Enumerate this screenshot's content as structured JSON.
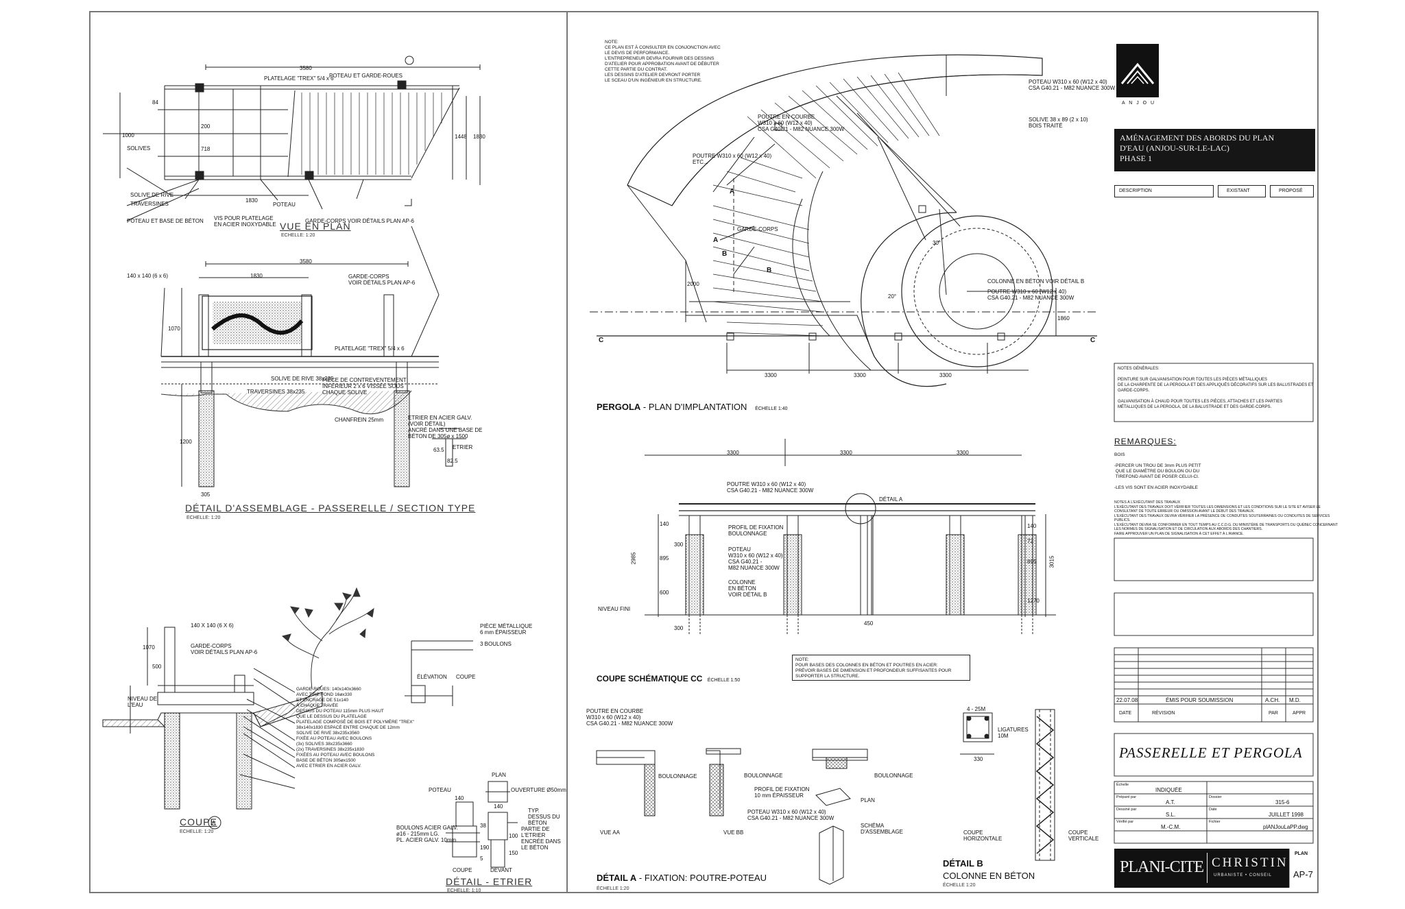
{
  "left": {
    "plan": {
      "title": "VUE EN PLAN",
      "scale": "ECHELLE: 1:20",
      "labels": {
        "platelage": "PLATELAGE \"TREX\" 5/4 x 6",
        "poteau_garde": "POTEAU ET GARDE-ROUES",
        "solives": "SOLIVES",
        "solive_rive": "SOLIVE DE RIVE",
        "traversines": "TRAVERSINES",
        "poteau_base": "POTEAU ET BASE DE BÉTON",
        "poteau": "POTEAU",
        "vis": "VIS POUR PLATELAGE\nEN ACIER INOXYDABLE",
        "garde_corps": "GARDE-CORPS VOIR DÉTAILS PLAN AP-6"
      },
      "dims": {
        "d3580": "3580",
        "d1830": "1830",
        "d1000": "1000",
        "d1448": "1448",
        "d1830v": "1830",
        "d84": "84",
        "d200": "200",
        "d718": "718"
      }
    },
    "assembly": {
      "title": "DÉTAIL D'ASSEMBLAGE - PASSERELLE / SECTION TYPE",
      "scale": "ECHELLE: 1:20",
      "labels": {
        "poteau140": "140 x 140 (6 x 6)",
        "garde_corps": "GARDE-CORPS\nVOIR DÉTAILS PLAN AP-6",
        "platelage": "PLATELAGE \"TREX\" 5/4 x 6",
        "solive_rive": "SOLIVE DE RIVE 38x235",
        "traversines": "TRAVERSINES 38x235",
        "piece": "PIÈCE DE CONTREVENTEMENT\nINFÉRIEUR 2 x 6 VISSÉE SOUS\nCHAQUE SOLIVE",
        "chanfrein": "CHANFREIN 25mm",
        "etrier": "ETRIER EN ACIER GALV.\n(VOIR DÉTAIL)\nANCRÉ DANS UNE BASE DE\nBÉTON DE 305ø x 1500",
        "etrier2": "ETRIER"
      },
      "dims": {
        "d3580": "3580",
        "d1830": "1830",
        "d1070": "1070",
        "d1200": "1200",
        "d305": "305",
        "d825": "82.5",
        "d635": "63.5"
      }
    },
    "coupe": {
      "title": "COUPE",
      "marker": "A",
      "scale": "ECHELLE: 1:20",
      "labels": {
        "poteau140": "140 X 140 (6 X 6)",
        "garde_corps": "GARDE-CORPS\nVOIR DÉTAILS PLAN AP-6",
        "piece_metal": "PIÈCE MÉTALLIQUE\n6 mm ÉPAISSEUR",
        "boulons": "3 BOULONS",
        "elevation": "ÉLÉVATION",
        "coupe_small": "COUPE",
        "notes": "GARDE-ROUES: 140x140x3660\nAVEC TIRE-FOND 16øx330\nET ENCRAGE DE 51x140\nÀ CHAQUE TRAVÉE\nDESSUS DU POTEAU 115mm PLUS HAUT\nQUE LE DESSUS DU PLATELAGE\nPLATELAGE COMPOSÉ DE BOIS ET POLYMÈRE \"TREX\"\n38x140x1830 ESPACÉ ENTRE CHAQUE DE 12mm\nSOLIVE DE RIVE 38x235x3560\nFIXÉE AU POTEAU AVEC BOULONS\n(3x) SOLIVES 38x235x3660\n(2x) TRAVERSINES 38x235x1830\nFIXÉES AU POTEAU AVEC BOULONS\nBASE DE BÉTON 305øx1500\nAVEC ETRIER EN ACIER GALV.",
        "niveau": "NIVEAU DE\nL'EAU"
      },
      "dims": {
        "d1070": "1070",
        "d500": "500"
      }
    },
    "etrier": {
      "title": "DÉTAIL - ETRIER",
      "scale": "ECHELLE: 1:10",
      "labels": {
        "plan": "PLAN",
        "poteau": "POTEAU",
        "ouverture": "OUVERTURE Ø50mm",
        "boulons": "BOULONS ACIER GALV.\nø16 - 215mm LG.\nPL. ACIER GALV. 10mm",
        "partie": "PARTIE DE\nL'ETRIER\nENCRÉE DANS\nLE BÉTON",
        "typ": "TYP.\nDESSUS DU\nBÉTON",
        "coupe": "COUPE",
        "devant": "DEVANT"
      },
      "dims": {
        "d140": "140",
        "d140b": "140",
        "d38": "38",
        "d190": "190",
        "d100": "100",
        "d150": "150",
        "d5": "5"
      }
    }
  },
  "right": {
    "note_top": "NOTE:\nCE PLAN EST À CONSULTER EN CONJONCTION AVEC\nLE DEVIS DE PERFORMANCE.\nL'ENTREPRENEUR DEVRA FOURNIR DES DESSINS\nD'ATELIER POUR APPROBATION AVANT DE DÉBUTER\nCETTE PARTIE DU CONTRAT.\nLES DESSINS D'ATELIER DEVRONT PORTER\nLE SCEAU D'UN INGÉNIEUR EN STRUCTURE.",
    "pergola_plan": {
      "title_bold": "PERGOLA",
      "title_rest": " - PLAN D'IMPLANTATION",
      "scale": "ÉCHELLE 1:40",
      "labels": {
        "poteau1": "POTEAU W310 x 60 (W12 x 40)\nCSA G40.21 - M82 NUANCE 300W",
        "poutre": "POUTRE EN COURBE\nW310 x 60 (W12 x 40)\nCSA G40.21 - M82 NUANCE 300W",
        "poutre2": "POUTRE W310 x 60 (W12 x 40)\nETC...",
        "solive": "SOLIVE 38 x 89 (2 x 10)\nBOIS TRAITÉ",
        "colonne": "COLONNE EN BÉTON VOIR DÉTAIL B",
        "poutre3": "POUTRE W310 x 60 (W12 x 40)\nCSA G40.21 - M82 NUANCE 300W",
        "garde_corps": "GARDE-CORPS",
        "c_left": "C",
        "c_right": "C",
        "a1": "A",
        "a2": "A",
        "b1": "B",
        "b2": "B"
      },
      "dims": {
        "d3300a": "3300",
        "d3300b": "3300",
        "d3300c": "3300",
        "d2000": "2000",
        "d1860": "1860",
        "d30": "30°",
        "d20": "20°"
      }
    },
    "coupe_cc": {
      "title": "COUPE SCHÉMATIQUE CC",
      "scale": "ÉCHELLE 1:50",
      "labels": {
        "poutre": "POUTRE W310 x 60 (W12 x 40)\nCSA G40.21 - M82 NUANCE 300W",
        "detail_a": "DÉTAIL A",
        "profil": "PROFIL DE FIXATION\nBOULONNAGE",
        "poteau": "POTEAU\nW310 x 60 (W12 x 40)\nCSA G40.21 -\nM82 NUANCE 300W",
        "colonne": "COLONNE\nEN BÉTON\nVOIR DÉTAIL B",
        "niveau": "NIVEAU FINI",
        "note": "NOTE:\nPOUR BASES DES COLONNES EN BÉTON ET POUTRES EN ACIER:\nPRÉVOIR BASES DE DIMENSION ET PROFONDEUR SUFFISANTES POUR\nSUPPORTER LA STRUCTURE."
      },
      "dims": {
        "d3300a": "3300",
        "d3300b": "3300",
        "d3300c": "3300",
        "d2985": "2985",
        "d3015": "3015",
        "d140a": "140",
        "d300": "300",
        "d895": "895",
        "d600": "600",
        "d300b": "300",
        "d140b": "140",
        "d72": "72",
        "d895b": "895",
        "d1270": "1270",
        "d450": "450"
      }
    },
    "detail_a": {
      "title_bold": "DÉTAIL A",
      "title_rest": " - FIXATION: POUTRE-POTEAU",
      "scale": "ÉCHELLE 1:20",
      "labels": {
        "poutre": "POUTRE EN COURBE\nW310 x 60 (W12 x 40)\nCSA G40.21 - M82 NUANCE 300W",
        "boulonnage1": "BOULONNAGE",
        "boulonnage2": "BOULONNAGE",
        "boulonnage3": "BOULONNAGE",
        "profil": "PROFIL DE FIXATION\n10 mm ÉPAISSEUR",
        "poteau": "POTEAU W310 x 60 (W12 x 40)\nCSA G40.21 - M82 NUANCE 300W",
        "plan": "PLAN",
        "vue_aa": "VUE AA",
        "vue_bb": "VUE BB",
        "schema": "SCHÉMA\nD'ASSEMBLAGE"
      }
    },
    "detail_b": {
      "title": "DÉTAIL B",
      "subtitle": "COLONNE EN BÉTON",
      "scale": "ÉCHELLE 1:20",
      "labels": {
        "d4": "4 - 25M",
        "ligatures": "LIGATURES\n10M",
        "d330": "330",
        "coupe_h": "COUPE\nHORIZONTALE",
        "coupe_v": "COUPE\nVERTICALE"
      }
    }
  },
  "titleblock": {
    "logo_text": "A N J O U",
    "project": "AMÉNAGEMENT DES ABORDS DU PLAN\nD'EAU (ANJOU-SUR-LE-LAC)\nPHASE 1",
    "legend": {
      "description": "DESCRIPTION",
      "existant": "EXISTANT",
      "propose": "PROPOSÉ"
    },
    "notes_generales": "NOTES GÉNÉRALES:\n\nPEINTURE SUR GALVANISATION POUR TOUTES LES PIÈCES MÉTALLIQUES\nDE LA CHARPENTE DE LA PERGOLA ET DES APPLIQUÉS DÉCORATIFS SUR LES BALUSTRADES ET\nGARDE-CORPS.\n\nGALVANISATION À CHAUD POUR TOUTES LES PIÈCES, ATTACHES ET LES PARTIES\nMÉTALLIQUES DE LA PERGOLA, DE LA BALUSTRADE ET DES GARDE-CORPS.",
    "remarques_title": "REMARQUES:",
    "remarques": "BOIS\n\n-PERCER UN TROU DE 3mm PLUS PETIT\n QUE LE DIAMÈTRE DU BOULON OU DU\n TIREFOND AVANT DE POSER CELUI-CI.\n\n-LES VIS SONT EN ACIER INOXYDABLE",
    "notes_entrepreneur": "NOTES À L'EXÉCUTANT DES TRAVAUX\nL'EXÉCUTANT DES TRAVAUX DOIT VÉRIFIER TOUTES LES DIMENSIONS ET LES CONDITIONS SUR LE SITE ET AVISER LE\nCONSULTANT DE TOUTE ERREUR OU OMISSION AVANT LE DÉBUT DES TRAVAUX.\nL'EXÉCUTANT DES TRAVAUX DEVRA VÉRIFIER LA PRÉSENCE DE CONDUITES SOUTERRAINES OU CONDUITES DE SERVICES\nPUBLICS.\nL'EXÉCUTANT DEVRA SE CONFORMER EN TOUT TEMPS AU C.C.D.G. DU MINISTÈRE DE TRANSPORTS DU QUÉBEC CONCERNANT\nLES NORMES DE SIGNALISATION ET DE CIRCULATION AUX ABORDS DES CHANTIERS.\nFAIRE APPROUVER UN PLAN DE SIGNALISATION À CET EFFET À L'AVANCE.",
    "revision": {
      "date": "22.07.08",
      "desc": "ÉMIS POUR SOUMISSION",
      "par": "A.CH.",
      "appr": "M.D.",
      "h_date": "DATE",
      "h_rev": "RÉVISION",
      "h_par": "PAR",
      "h_appr": "APPR"
    },
    "sheet_title": "PASSERELLE ET PERGOLA",
    "info": {
      "echelle_lbl": "Échelle",
      "echelle": "INDIQUÉE",
      "prepare_lbl": "Préparé par",
      "prepare": "A.T.",
      "dossier_lbl": "Dossier",
      "dossier": "315-6",
      "dessine_lbl": "Dessiné par",
      "dessine": "S.L.",
      "date_lbl": "Date",
      "date": "JUILLET 1998",
      "verifie_lbl": "Vérifié par",
      "verifie": "M.-C.M.",
      "fichier_lbl": "Fichier",
      "fichier": "plANJouLaPP.dwg"
    },
    "firm": {
      "left": "PLANI-CITE",
      "right": "CHRISTIN",
      "tag": "URBANISTE • CONSEIL"
    },
    "plan_label": "PLAN",
    "plan_no": "AP-7"
  }
}
